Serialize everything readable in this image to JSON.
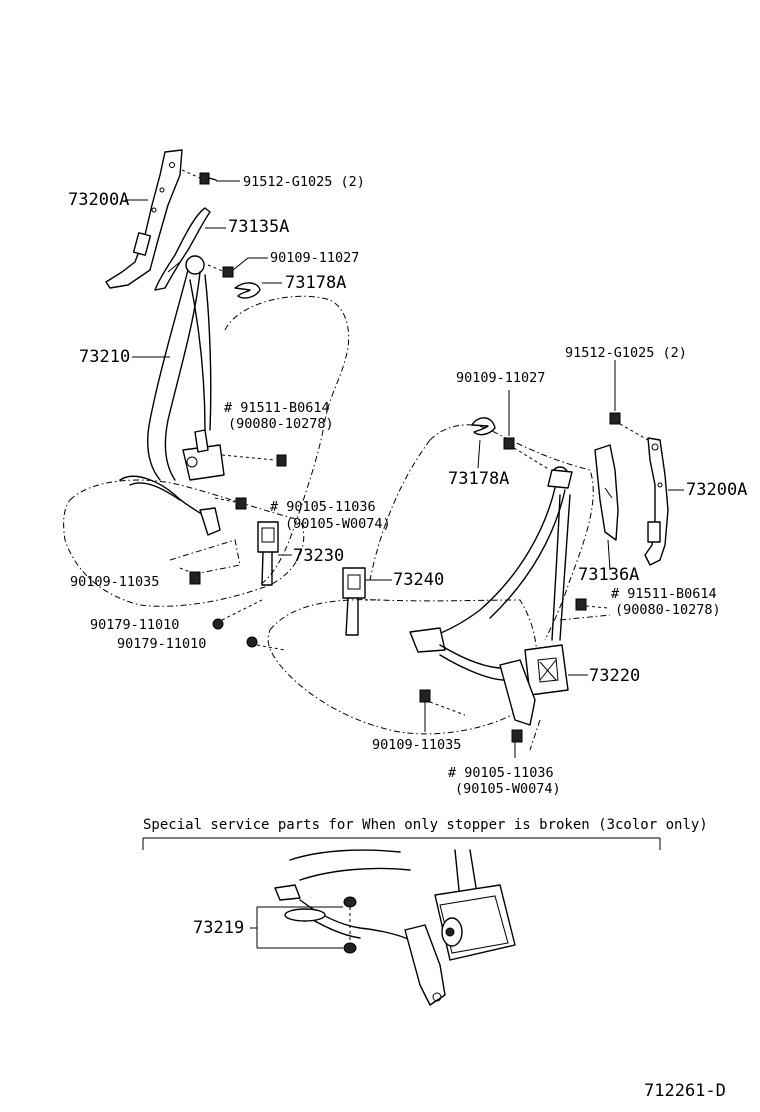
{
  "labels": {
    "l_73200A_left": "73200A",
    "l_91512_left": "91512-G1025 (2)",
    "l_73135A": "73135A",
    "l_90109_11027_left": "90109-11027",
    "l_73178A_left": "73178A",
    "l_73210": "73210",
    "l_91511_left": "# 91511-B0614",
    "l_90080_left": "(90080-10278)",
    "l_90105_left": "# 90105-11036",
    "l_90105w_left": "(90105-W0074)",
    "l_73230": "73230",
    "l_90109_11035_left": "90109-11035",
    "l_90179_a": "90179-11010",
    "l_90179_b": "90179-11010",
    "l_73240": "73240",
    "l_91512_right": "91512-G1025 (2)",
    "l_90109_11027_right": "90109-11027",
    "l_73178A_right": "73178A",
    "l_73200A_right": "73200A",
    "l_73136A": "73136A",
    "l_91511_right": "# 91511-B0614",
    "l_90080_right": "(90080-10278)",
    "l_73220": "73220",
    "l_90109_11035_right": "90109-11035",
    "l_90105_right": "# 90105-11036",
    "l_90105w_right": "(90105-W0074)",
    "special_caption": "Special service parts for When only stopper is broken (3color only)",
    "l_73219": "73219",
    "diagram_code": "712261-D"
  }
}
